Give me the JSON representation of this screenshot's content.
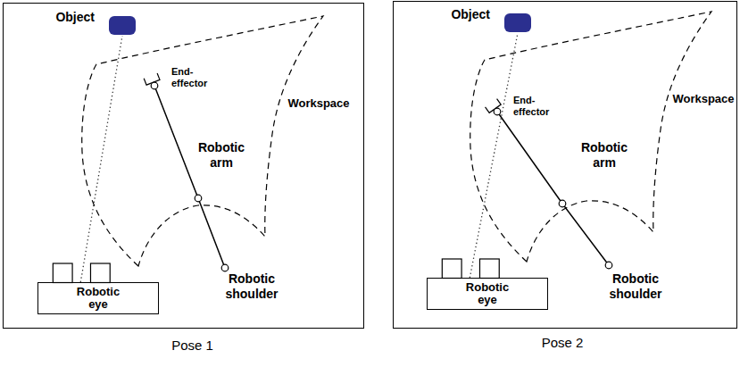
{
  "diagram": {
    "nodes": [
      {
        "text": [
          "Pose 1"
        ]
      },
      {
        "text": [
          "Object"
        ],
        "in": 0
      },
      {
        "text": [
          "Robotic eye"
        ],
        "in": 0
      },
      {
        "text": [
          "Pose 2"
        ]
      },
      {
        "text": [
          "Object"
        ],
        "in": 3
      },
      {
        "text": [
          "Robotic eye"
        ],
        "in": 3
      }
    ],
    "edges": [
      {
        "from": 2,
        "to": 1,
        "arrow": "none"
      },
      {
        "from": 5,
        "to": 4,
        "arrow": "none"
      }
    ],
    "labels": [
      "End- effector",
      "Robotic arm",
      "Robotic shoulder",
      "Workspace",
      "End- effector",
      "Robotic arm",
      "Robotic shoulder",
      "Workspace"
    ]
  }
}
